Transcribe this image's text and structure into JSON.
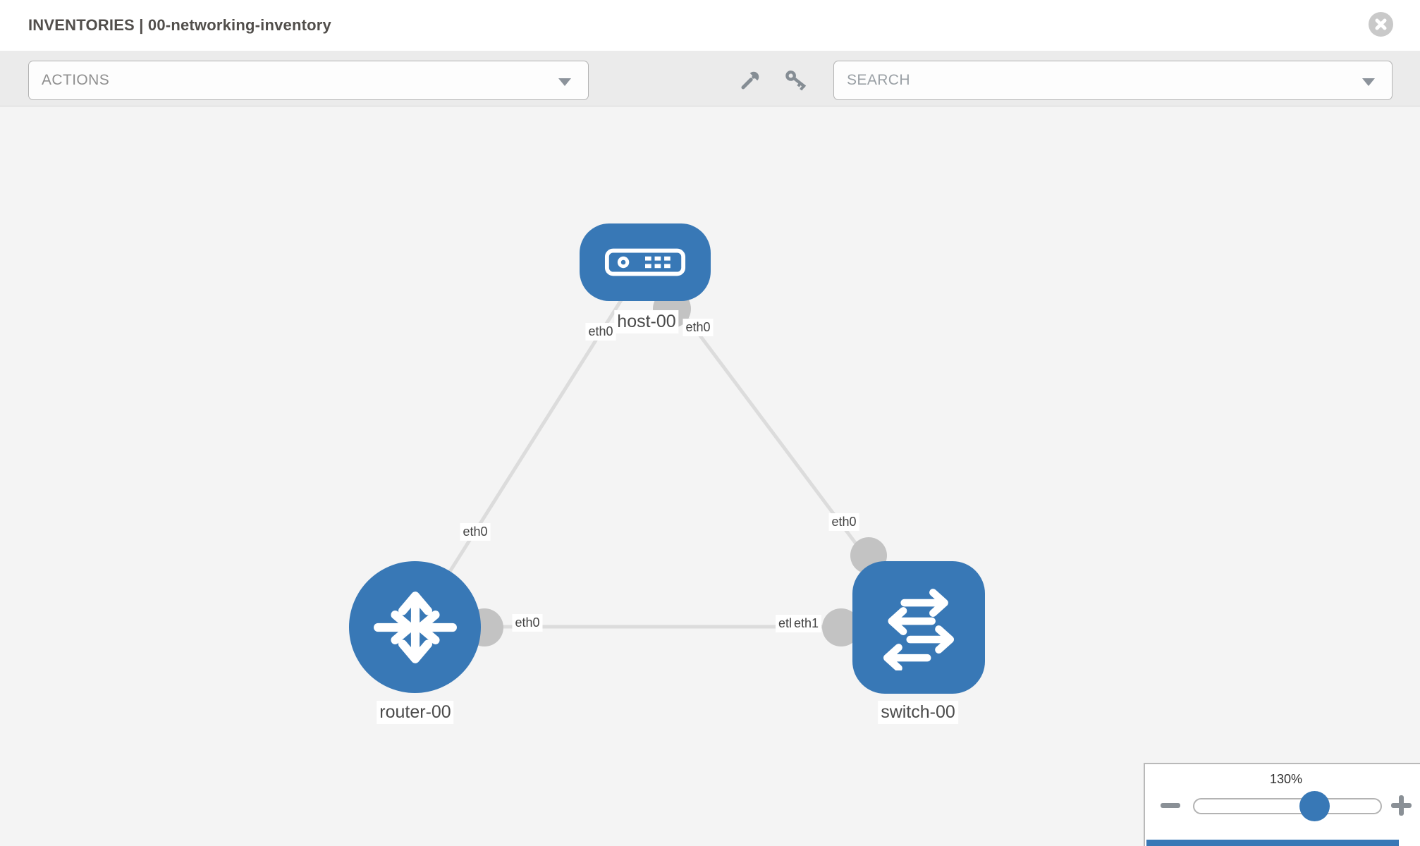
{
  "header": {
    "title": "INVENTORIES | 00-networking-inventory"
  },
  "toolbar": {
    "actions": {
      "placeholder": "ACTIONS"
    },
    "search": {
      "placeholder": "SEARCH"
    },
    "icons": [
      "wrench-icon",
      "key-icon"
    ]
  },
  "topology": {
    "nodes": [
      {
        "id": "host-00",
        "label": "host-00",
        "type": "host",
        "icon": "server-icon"
      },
      {
        "id": "router-00",
        "label": "router-00",
        "type": "router",
        "icon": "router-arrows-icon"
      },
      {
        "id": "switch-00",
        "label": "switch-00",
        "type": "switch",
        "icon": "switch-arrows-icon"
      }
    ],
    "links": [
      {
        "from": "host-00",
        "to": "router-00",
        "from_label": "eth0",
        "to_label": "eth0"
      },
      {
        "from": "host-00",
        "to": "switch-00",
        "from_label": "eth0",
        "to_label": "eth0"
      },
      {
        "from": "router-00",
        "to": "switch-00",
        "from_label": "eth0",
        "to_label": "eth1",
        "to_label_back": "eth0"
      }
    ]
  },
  "zoom_widget": {
    "level": "130%",
    "minus_glyph": "−",
    "plus_glyph": "+"
  },
  "colors": {
    "node_blue": "#3878b6",
    "link_gray": "#dcdcdc",
    "connector_gray": "#c3c3c3",
    "toolbar_gray": "#ebebeb"
  }
}
